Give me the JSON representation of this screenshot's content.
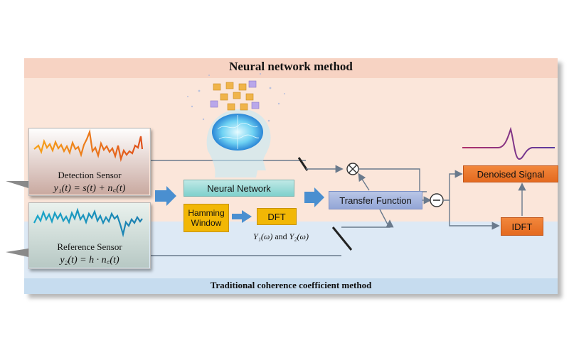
{
  "titles": {
    "top": "Neural network method",
    "bottom": "Traditional coherence coefficient method"
  },
  "sensors": {
    "detection": {
      "label": "Detection Sensor",
      "equation": "y₁(t) = s(t) + n꜀(t)"
    },
    "reference": {
      "label": "Reference Sensor",
      "equation": "y₂(t) = h · n꜀(t)"
    }
  },
  "blocks": {
    "neural_network": "Neural Network",
    "hamming_line1": "Hamming",
    "hamming_line2": "Window",
    "dft": "DFT",
    "transfer_function": "Transfer Function",
    "denoised_signal": "Denoised Signal",
    "idft": "IDFT"
  },
  "spectra_label": {
    "y1": "Y₁(ω)",
    "and": " and ",
    "y2": "Y₂(ω)"
  },
  "operators": {
    "multiply": "⊗",
    "subtract": "−"
  },
  "icons": {
    "brain": "brain-head-icon",
    "network": "neural-cubes-icon"
  },
  "colors": {
    "top_panel": "#fbe6da",
    "bottom_panel": "#dde9f5",
    "orange_box": "#e46a1f",
    "yellow_box": "#f2b705",
    "arrow_blue": "#4a8fd0"
  }
}
